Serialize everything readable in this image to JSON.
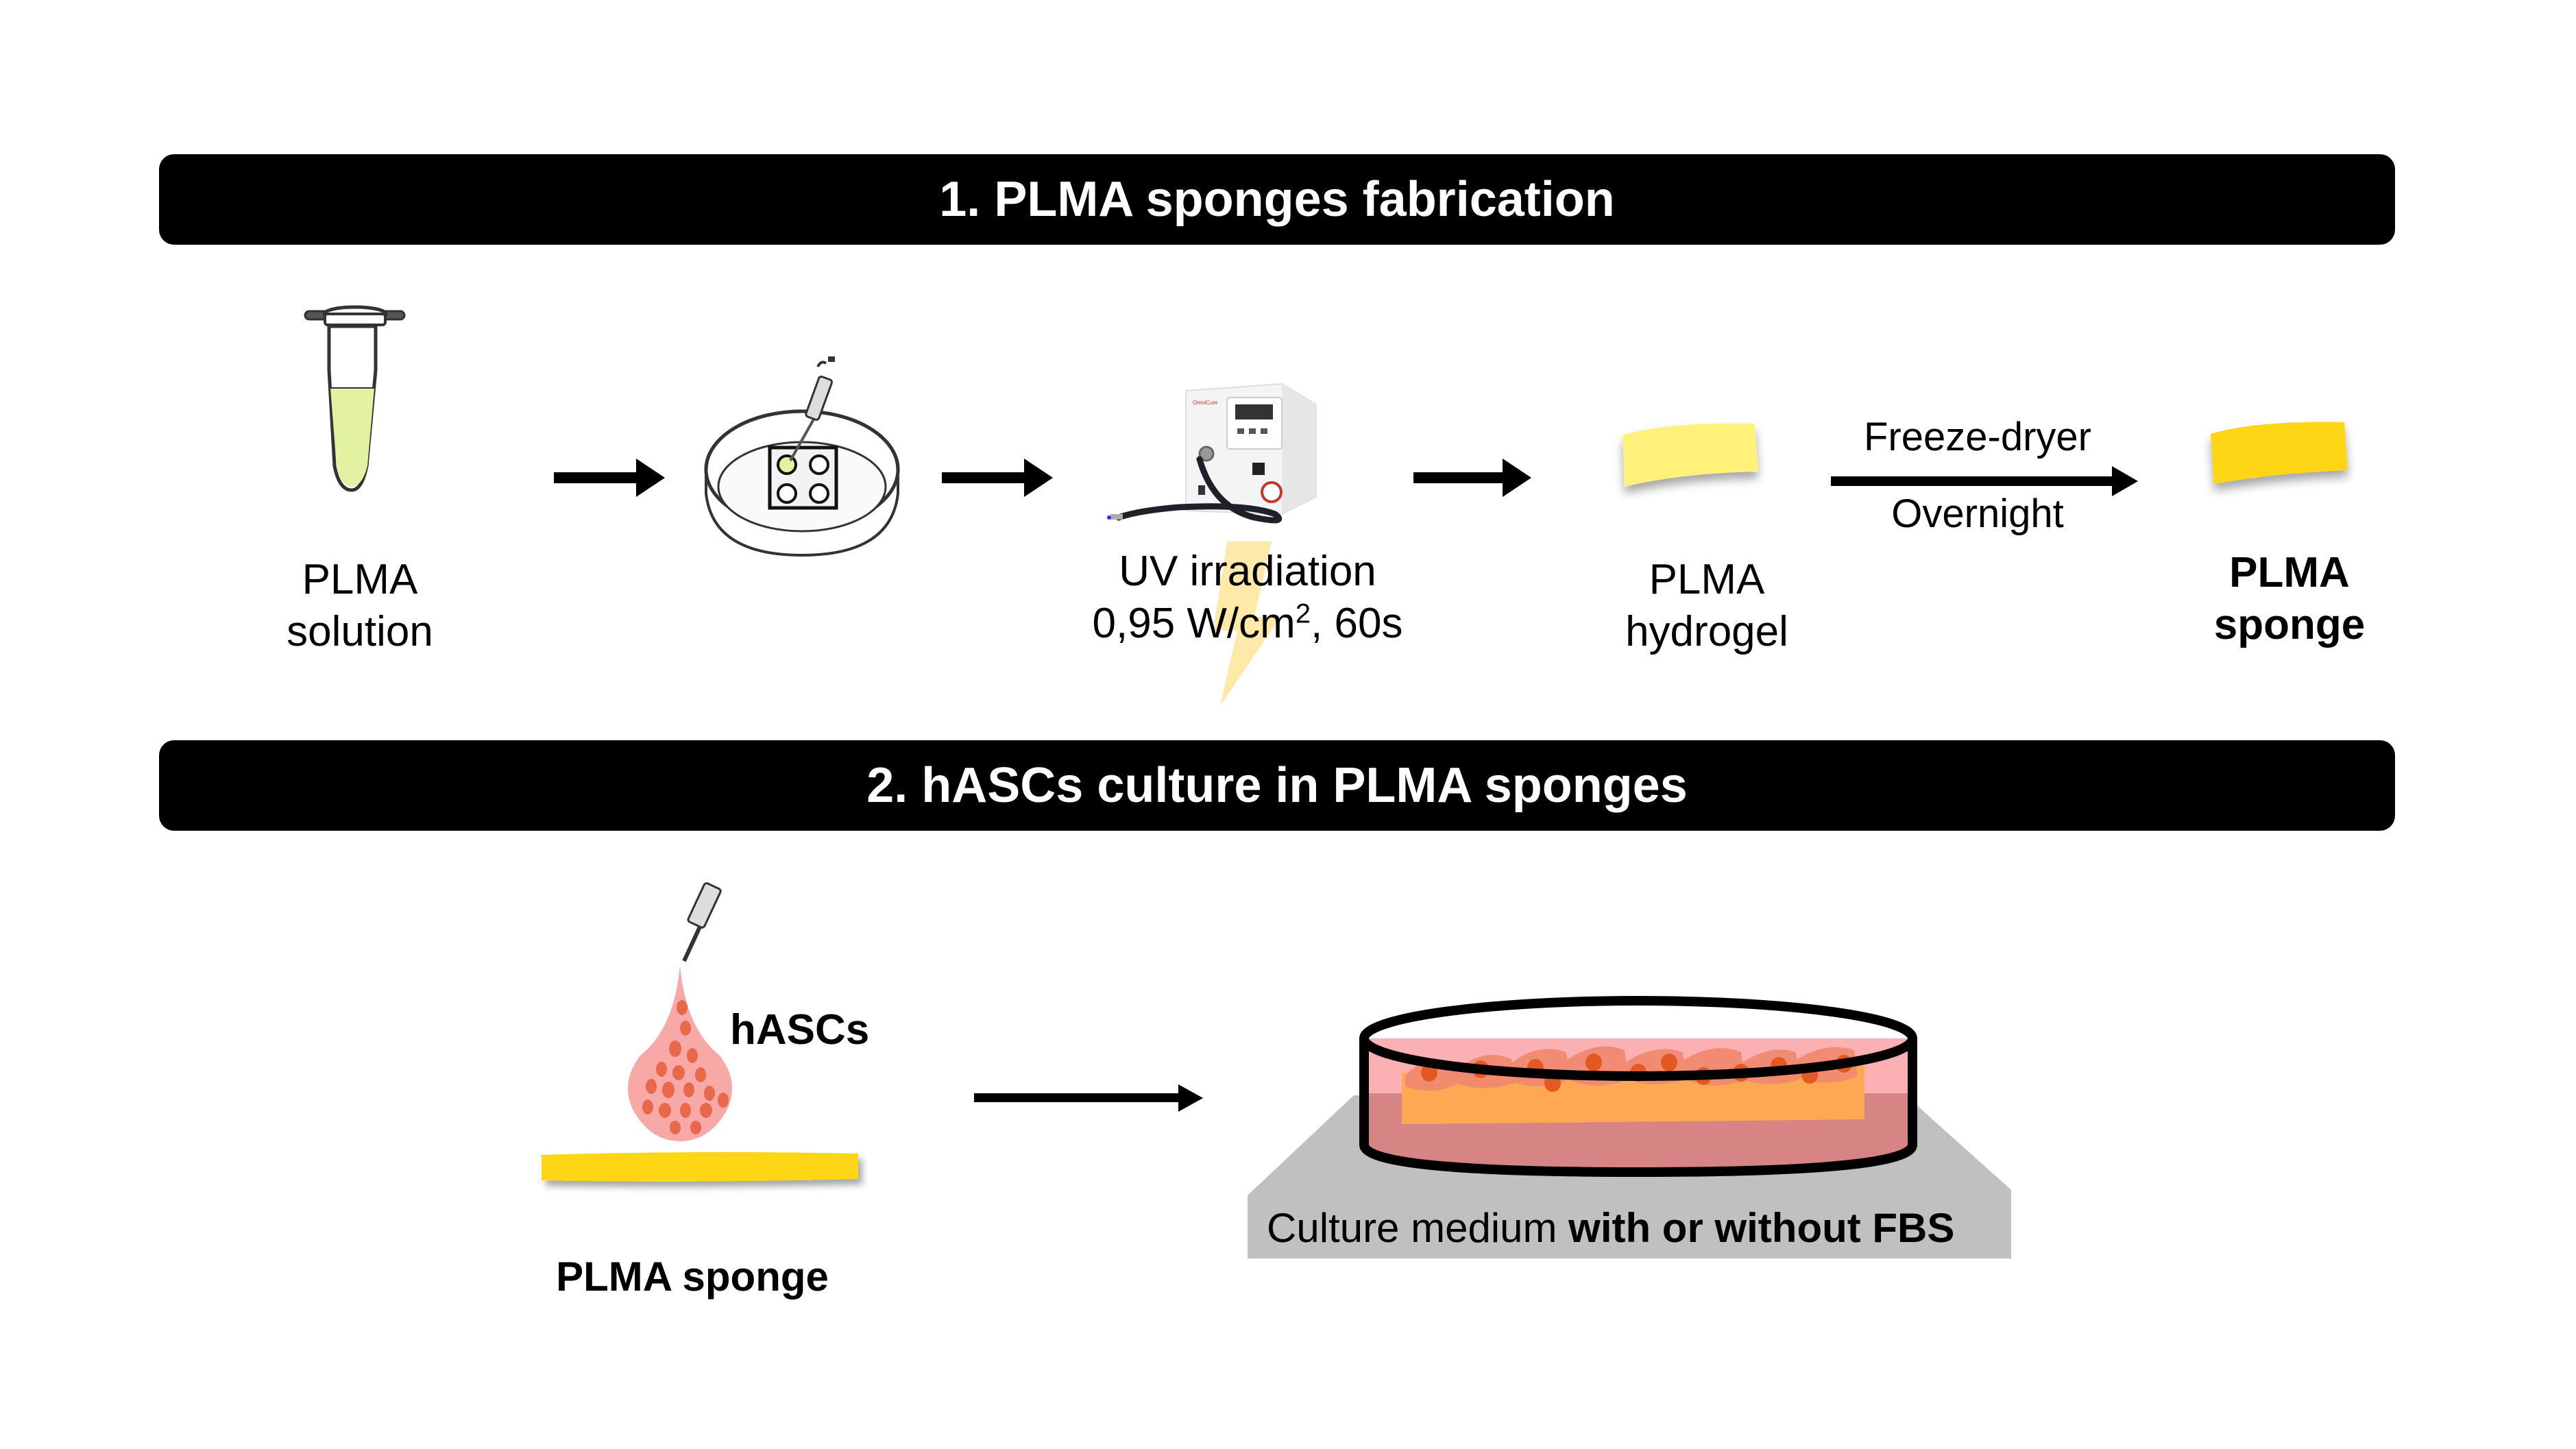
{
  "section1": {
    "title": "1. PLMA sponges fabrication",
    "steps": [
      {
        "icon": "microtube-icon",
        "line1": "PLMA",
        "line2": "solution"
      },
      {
        "icon": "petri-dish-mold-pipette-icon"
      },
      {
        "icon": "uv-curing-lamp-icon",
        "line1": "UV irradiation",
        "dose_prefix": "0,95 W/cm",
        "dose_sup": "2",
        "dose_suffix": ", 60s",
        "device_brand": "OmniCure"
      },
      {
        "icon": "hydrogel-disc-icon",
        "line1": "PLMA",
        "line2": "hydrogel"
      },
      {
        "icon": "sponge-disc-icon",
        "line1": "PLMA",
        "line2": "sponge"
      }
    ],
    "freeze_arrow": {
      "above": "Freeze-dryer",
      "below": "Overnight"
    }
  },
  "section2": {
    "title": "2. hASCs culture in PLMA sponges",
    "cells_label": "hASCs",
    "sponge_label": "PLMA sponge",
    "platform_text_regular": "Culture medium ",
    "platform_text_bold": "with or without FBS"
  },
  "colors": {
    "header_bg": "#000000",
    "header_text": "#ffffff",
    "solution": "#e2f2a0",
    "hydrogel": "#fff17a",
    "sponge": "#ffd618",
    "droplet": "#f9a8a8",
    "cells": "#e8694a",
    "medium": "#fbb0b3",
    "scaffold": "#ffa853",
    "platform": "#c0c0c0",
    "uv_bolt": "#ffe7a0"
  }
}
